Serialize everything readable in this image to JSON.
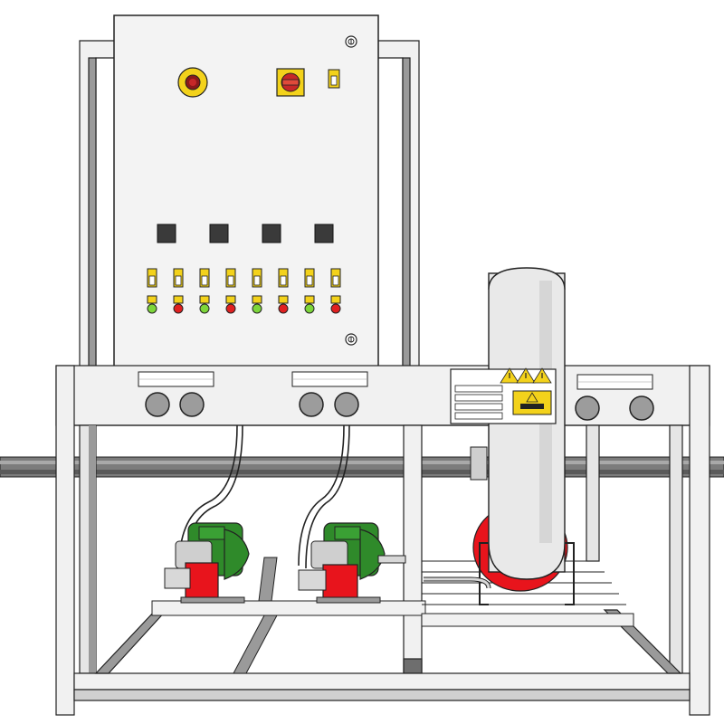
{
  "colors": {
    "frame": "#f1f1f1",
    "frame_shadow": "#9a9a9a",
    "frame_dark": "#6e6e6e",
    "cabinet": "#f3f3f3",
    "outline": "#222222",
    "pump_red": "#e8141c",
    "motor_green": "#2f8a2a",
    "warning_yellow": "#f3d21b",
    "led_green": "#7dd63a",
    "led_red": "#e02020",
    "button_gray": "#9c9c9c",
    "tank": "#e9e9e9",
    "indicator_dark": "#3a3a3a"
  },
  "control_panel": {
    "indicator_lights": 4,
    "selector_switches": 8,
    "led_pattern": [
      "green",
      "red",
      "green",
      "red",
      "green",
      "red",
      "green",
      "red"
    ]
  },
  "pump_stations": 2,
  "sub_panel_buttons": 6,
  "warning_signs": 3,
  "icons": [
    "emergency-stop-icon",
    "main-isolator-icon",
    "warning-triangle-icon"
  ]
}
